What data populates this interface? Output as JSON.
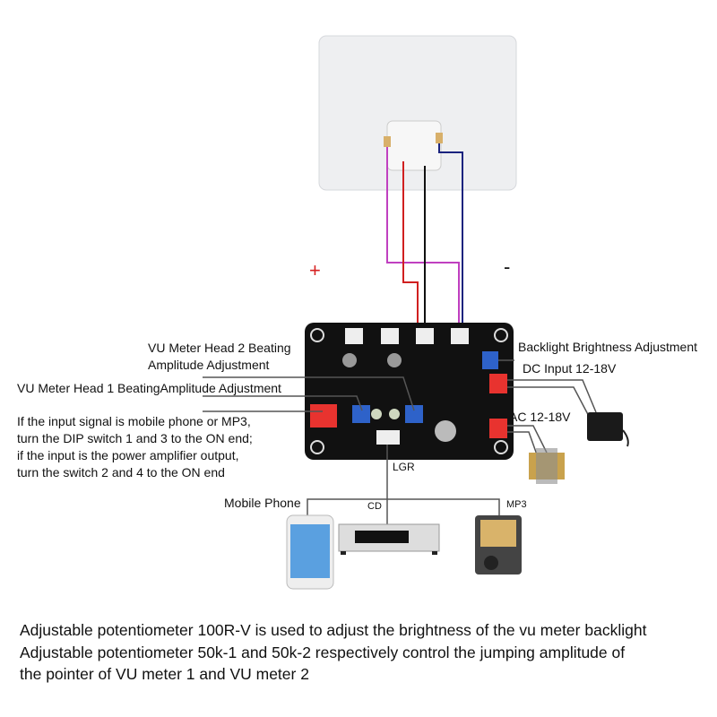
{
  "polarity": {
    "plus": "+",
    "minus": "-"
  },
  "labels": {
    "head2_line1": "VU Meter Head 2 Beating",
    "head2_line2": "Amplitude Adjustment",
    "head1": "VU Meter Head 1 BeatingAmplitude Adjustment",
    "dip_lines": [
      "If the input signal is mobile phone or MP3,",
      "turn the DIP switch 1 and 3 to the ON end;",
      "if the input is the power amplifier output,",
      "turn the switch 2 and 4 to the ON end"
    ],
    "backlight": "Backlight Brightness Adjustment",
    "dc_input": "DC Input 12-18V",
    "ac_input": "AC 12-18V",
    "lgr": "LGR",
    "mobile_phone": "Mobile Phone",
    "cd": "CD",
    "mp3": "MP3"
  },
  "description": [
    "Adjustable potentiometer 100R-V is used to adjust the brightness of the vu meter backlight",
    "Adjustable potentiometer 50k-1 and 50k-2 respectively control the jumping amplitude of",
    "the pointer of VU meter 1 and VU meter 2"
  ],
  "colors": {
    "board": "#111111",
    "connector_red": "#e8332f",
    "pot_blue": "#2e62c9",
    "dip_red": "#e8332f",
    "plus": "#d62020"
  }
}
